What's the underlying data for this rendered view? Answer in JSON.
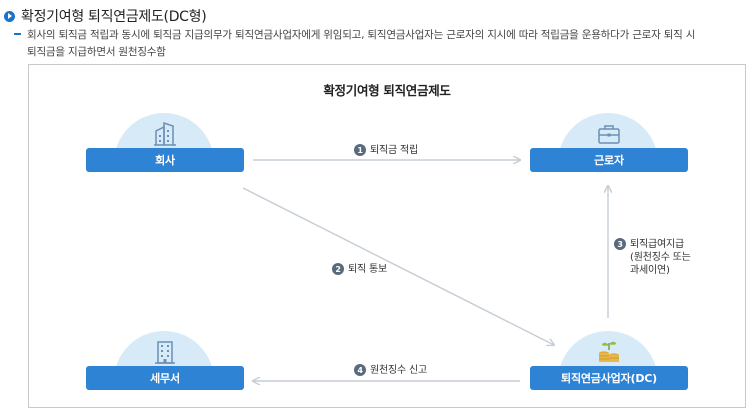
{
  "heading": {
    "title": "확정기여형 퇴직연금제도(DC형)"
  },
  "description": {
    "line1": "회사의 퇴직금 적립과 동시에 퇴직금 지급의무가 퇴직연금사업자에게 위임되고, 퇴직연금사업자는 근로자의 지시에 따라 적립금을 운용하다가 근로자 퇴직 시",
    "line2": "퇴직금을 지급하면서 원천징수함"
  },
  "diagram": {
    "title": "확정기여형 퇴직연금제도",
    "nodes": {
      "company": {
        "label": "회사",
        "icon": "building-icon"
      },
      "employee": {
        "label": "근로자",
        "icon": "briefcase-icon"
      },
      "tax_office": {
        "label": "세무서",
        "icon": "office-building-icon"
      },
      "provider": {
        "label": "퇴직연금사업자(DC)",
        "icon": "coins-plant-icon"
      }
    },
    "flows": [
      {
        "num": "1",
        "lines": [
          "퇴직금 적립"
        ]
      },
      {
        "num": "2",
        "lines": [
          "퇴직 통보"
        ]
      },
      {
        "num": "3",
        "lines": [
          "퇴직급여지급",
          "(원천징수 또는",
          "과세이연)"
        ]
      },
      {
        "num": "4",
        "lines": [
          "원천징수 신고"
        ]
      }
    ]
  },
  "colors": {
    "accent": "#2f83d4",
    "bubble": "#d6eaf8",
    "arrow": "#c5cdd6",
    "badge": "#5a6a7d"
  }
}
